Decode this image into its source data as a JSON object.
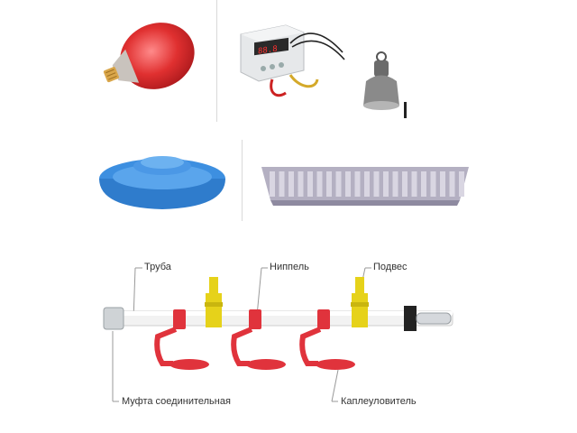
{
  "products": [
    {
      "name": "infrared-heat-lamp"
    },
    {
      "name": "thermostat-controller"
    },
    {
      "name": "lamp-socket-reflector"
    },
    {
      "name": "round-drinker"
    },
    {
      "name": "trough-feeder"
    }
  ],
  "diagram": {
    "labels": {
      "pipe": "Труба",
      "nipple": "Ниппель",
      "hanger": "Подвес",
      "coupling": "Муфта соединительная",
      "drip_cup": "Каплеуловитель"
    }
  },
  "colors": {
    "lamp_red": "#d8262e",
    "drinker_blue": "#3d8fe0",
    "feeder_gray": "#9a97a8",
    "cup_red": "#e0333c",
    "hanger_yellow": "#e6d21a",
    "pipe_white": "#f2f2f2"
  }
}
